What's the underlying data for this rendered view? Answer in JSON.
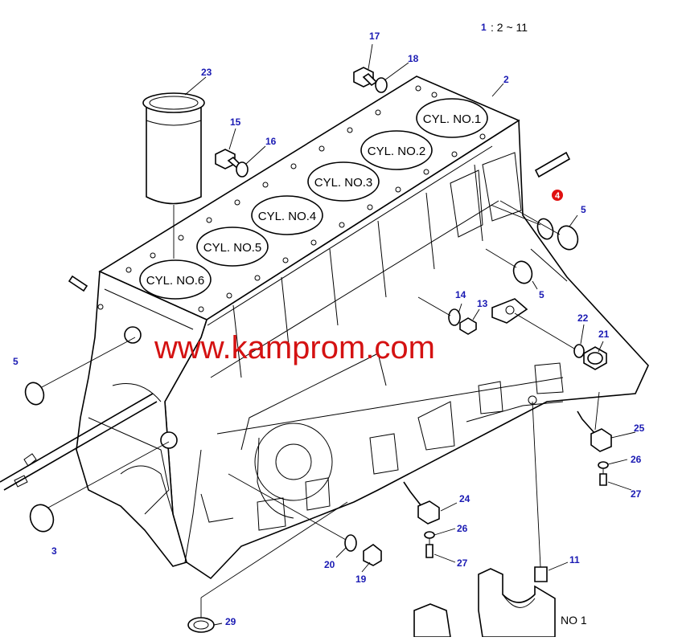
{
  "header": {
    "ref_number": "1",
    "ref_range": ": 2 ~ 11"
  },
  "watermark": "www.kamprom.com",
  "cylinders": [
    "CYL. NO.1",
    "CYL. NO.2",
    "CYL. NO.3",
    "CYL. NO.4",
    "CYL. NO.5",
    "CYL. NO.6"
  ],
  "bearing_label": "NO 1",
  "callouts": {
    "c17": "17",
    "c18": "18",
    "c2": "2",
    "c23": "23",
    "c15": "15",
    "c16": "16",
    "c4": "4",
    "c5a": "5",
    "c5b": "5",
    "c5c": "5",
    "c14": "14",
    "c13": "13",
    "c22": "22",
    "c21": "21",
    "c25": "25",
    "c26a": "26",
    "c27a": "27",
    "c24": "24",
    "c26b": "26",
    "c27b": "27",
    "c11": "11",
    "c3": "3",
    "c20": "20",
    "c19": "19",
    "c29": "29"
  },
  "colors": {
    "callout": "#1a1ab3",
    "highlight": "#e01010",
    "watermark": "#d41212",
    "line": "#000000"
  }
}
